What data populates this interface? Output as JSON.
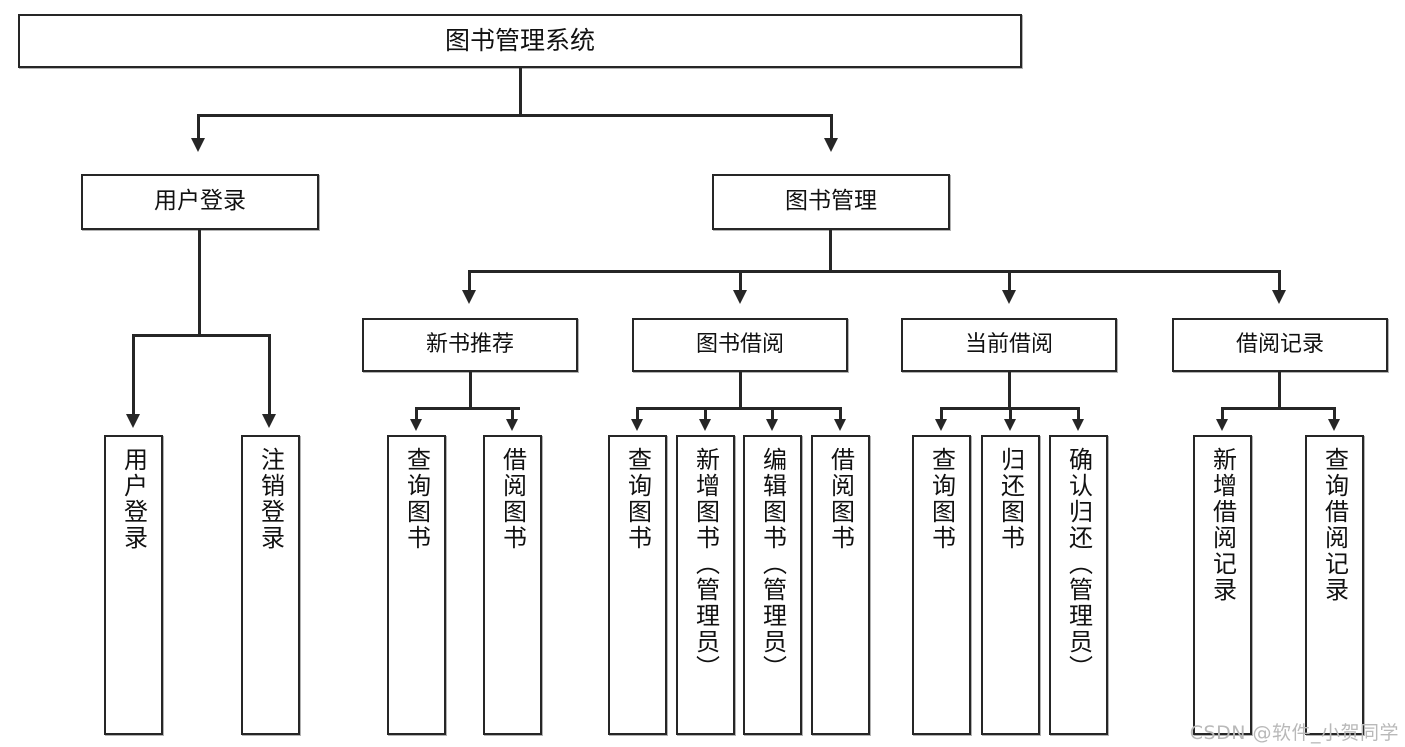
{
  "diagram": {
    "type": "tree",
    "title": "图书管理系统",
    "root": {
      "label": "图书管理系统"
    },
    "level2": [
      {
        "label": "用户登录"
      },
      {
        "label": "图书管理"
      }
    ],
    "level3": [
      {
        "label": "新书推荐"
      },
      {
        "label": "图书借阅"
      },
      {
        "label": "当前借阅"
      },
      {
        "label": "借阅记录"
      }
    ],
    "leaves": {
      "user_login": [
        {
          "label": "用户登录"
        },
        {
          "label": "注销登录"
        }
      ],
      "new_book_recommend": [
        {
          "label": "查询图书"
        },
        {
          "label": "借阅图书"
        }
      ],
      "book_borrow": [
        {
          "label": "查询图书"
        },
        {
          "label": "新增图书（管理员）"
        },
        {
          "label": "编辑图书（管理员）"
        },
        {
          "label": "借阅图书"
        }
      ],
      "current_borrow": [
        {
          "label": "查询图书"
        },
        {
          "label": "归还图书"
        },
        {
          "label": "确认归还（管理员）"
        }
      ],
      "borrow_record": [
        {
          "label": "新增借阅记录"
        },
        {
          "label": "查询借阅记录"
        }
      ]
    }
  },
  "watermark": {
    "text": "CSDN @软件_小贺同学"
  },
  "colors": {
    "stroke": "#262626",
    "background": "#ffffff",
    "text": "#111111",
    "watermark": "#b9b9b9"
  }
}
